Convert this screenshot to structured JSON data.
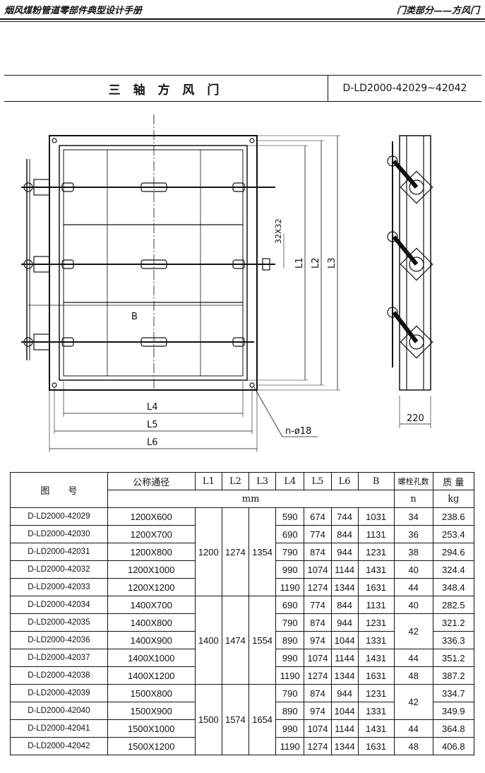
{
  "header": {
    "left": "烟风煤粉管道零部件典型设计手册",
    "right": "门类部分——方风门"
  },
  "title": {
    "name": "三 轴 方 风 门",
    "code": "D-LD2000-42029~42042"
  },
  "drawing": {
    "labels": {
      "b": "B",
      "l1": "L1",
      "l2": "L2",
      "l3": "L3",
      "l4": "L4",
      "l5": "L5",
      "l6": "L6",
      "slot": "32X32",
      "holes": "n-ø18",
      "depth": "220"
    }
  },
  "table": {
    "head": {
      "code": "图　　号",
      "nominal": "公称通径",
      "l1": "L1",
      "l2": "L2",
      "l3": "L3",
      "l4": "L4",
      "l5": "L5",
      "l6": "L6",
      "b": "B",
      "bolts": "螺栓孔数",
      "bolts_n": "n",
      "mass": "质 量",
      "unit_mm": "mm",
      "unit_kg": "kg"
    },
    "rows": [
      {
        "code": "D-LD2000-42029",
        "nom": "1200X600",
        "l4": "590",
        "l5": "674",
        "l6": "744",
        "b": "1031",
        "n": "34",
        "kg": "238.6"
      },
      {
        "code": "D-LD2000-42030",
        "nom": "1200X700",
        "l4": "690",
        "l5": "774",
        "l6": "844",
        "b": "1131",
        "n": "36",
        "kg": "253.4"
      },
      {
        "code": "D-LD2000-42031",
        "nom": "1200X800",
        "l4": "790",
        "l5": "874",
        "l6": "944",
        "b": "1231",
        "n": "38",
        "kg": "294.6"
      },
      {
        "code": "D-LD2000-42032",
        "nom": "1200X1000",
        "l4": "990",
        "l5": "1074",
        "l6": "1144",
        "b": "1431",
        "n": "40",
        "kg": "324.4"
      },
      {
        "code": "D-LD2000-42033",
        "nom": "1200X1200",
        "l4": "1190",
        "l5": "1274",
        "l6": "1344",
        "b": "1631",
        "n": "44",
        "kg": "348.4"
      },
      {
        "code": "D-LD2000-42034",
        "nom": "1400X700",
        "l4": "690",
        "l5": "774",
        "l6": "844",
        "b": "1131",
        "n": "40",
        "kg": "282.5"
      },
      {
        "code": "D-LD2000-42035",
        "nom": "1400X800",
        "l4": "790",
        "l5": "874",
        "l6": "944",
        "b": "1231",
        "n": "42",
        "kg": "321.2"
      },
      {
        "code": "D-LD2000-42036",
        "nom": "1400X900",
        "l4": "890",
        "l5": "974",
        "l6": "1044",
        "b": "1331",
        "n": "",
        "kg": "336.3"
      },
      {
        "code": "D-LD2000-42037",
        "nom": "1400X1000",
        "l4": "990",
        "l5": "1074",
        "l6": "1144",
        "b": "1431",
        "n": "44",
        "kg": "351.2"
      },
      {
        "code": "D-LD2000-42038",
        "nom": "1400X1200",
        "l4": "1190",
        "l5": "1274",
        "l6": "1344",
        "b": "1631",
        "n": "48",
        "kg": "387.2"
      },
      {
        "code": "D-LD2000-42039",
        "nom": "1500X800",
        "l4": "790",
        "l5": "874",
        "l6": "944",
        "b": "1231",
        "n": "42",
        "kg": "334.7"
      },
      {
        "code": "D-LD2000-42040",
        "nom": "1500X900",
        "l4": "890",
        "l5": "974",
        "l6": "1044",
        "b": "1331",
        "n": "",
        "kg": "349.9"
      },
      {
        "code": "D-LD2000-42041",
        "nom": "1500X1000",
        "l4": "990",
        "l5": "1074",
        "l6": "1144",
        "b": "1431",
        "n": "44",
        "kg": "364.8"
      },
      {
        "code": "D-LD2000-42042",
        "nom": "1500X1200",
        "l4": "1190",
        "l5": "1274",
        "l6": "1344",
        "b": "1631",
        "n": "48",
        "kg": "406.8"
      }
    ],
    "groups": [
      {
        "l1": "1200",
        "l2": "1274",
        "l3": "1354"
      },
      {
        "l1": "1400",
        "l2": "1474",
        "l3": "1554"
      },
      {
        "l1": "1500",
        "l2": "1574",
        "l3": "1654"
      }
    ]
  }
}
